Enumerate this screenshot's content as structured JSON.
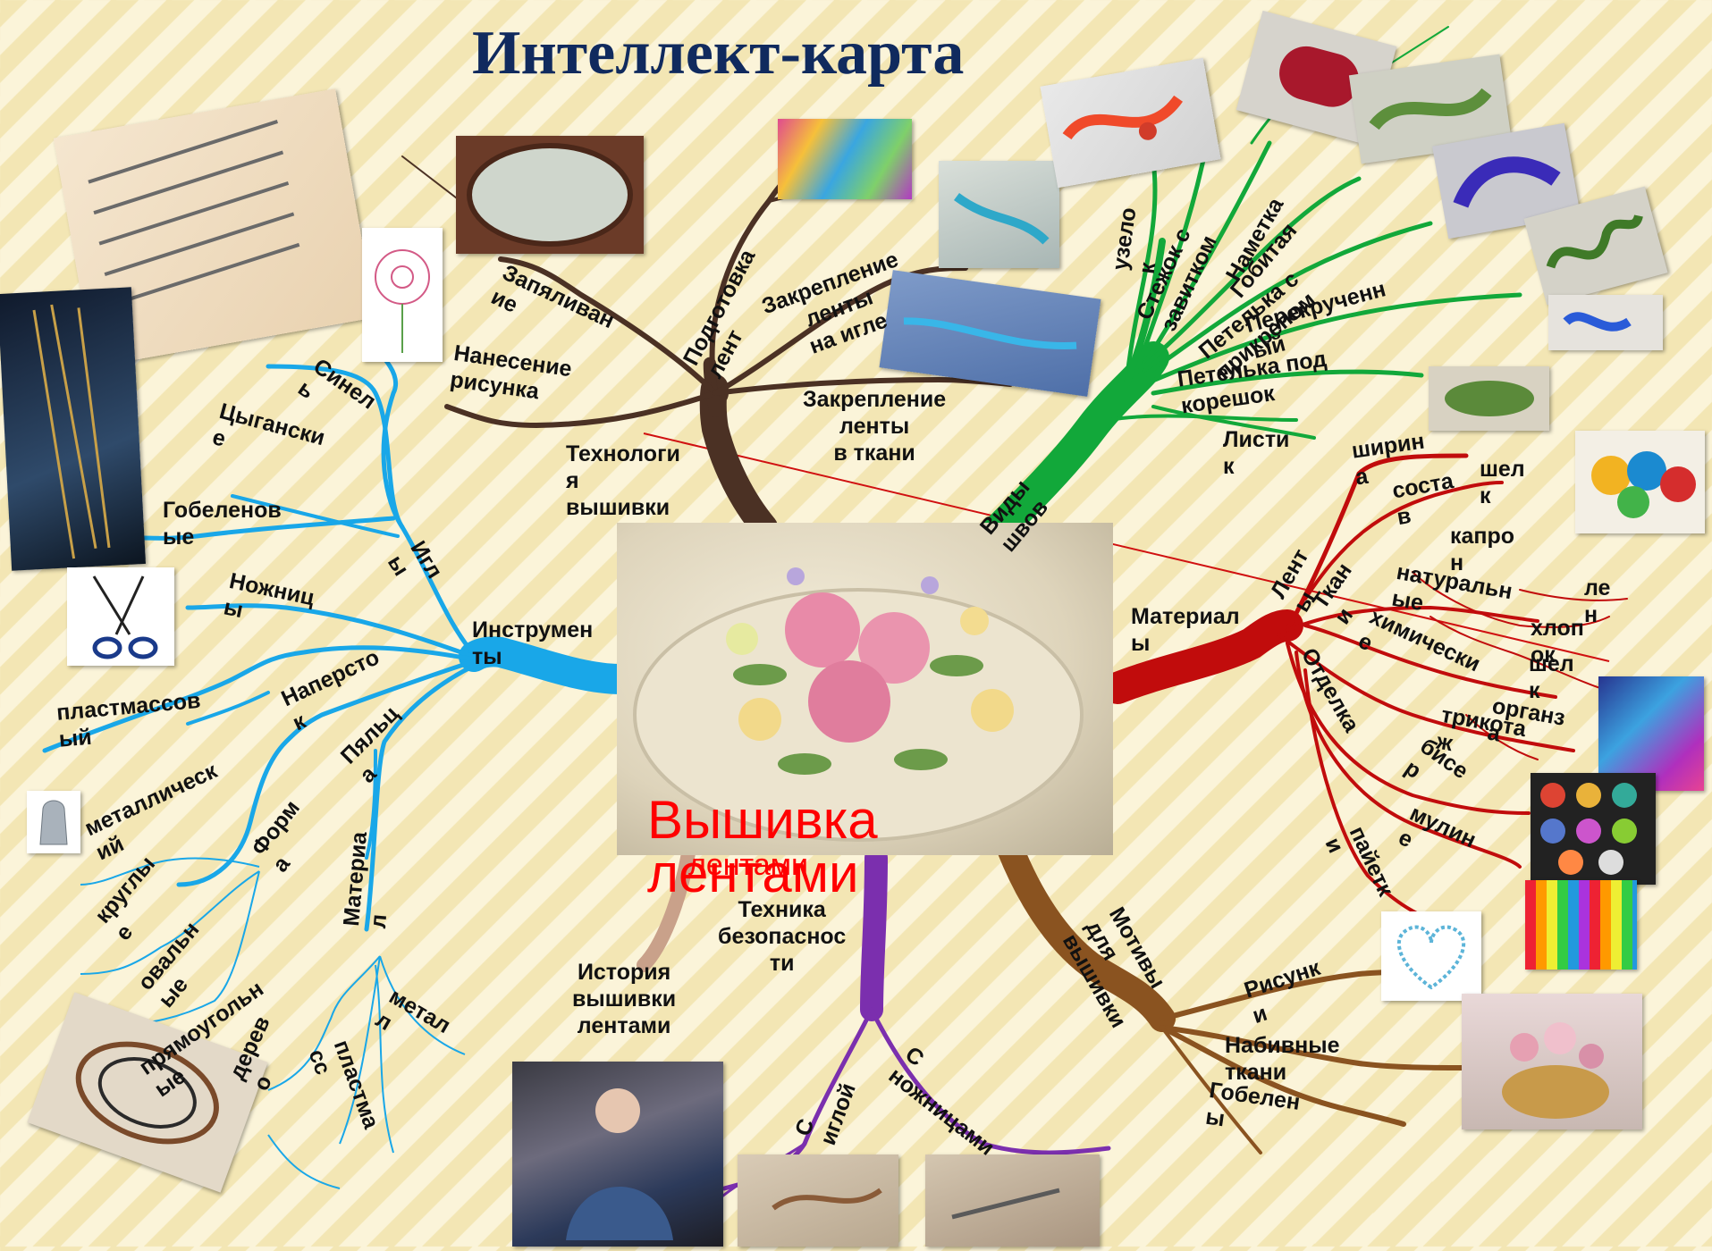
{
  "title": "Интеллект-карта",
  "center": "Вышивка\nлентами",
  "center_shadow": "лентами",
  "branches": {
    "tech": {
      "label": "Технологи\nя\nвышивки",
      "items": [
        "Запяливан\nие",
        "Подготовка\nлент",
        "Закрепление\nленты\nна игле",
        "Нанесение\nрисунка",
        "Закрепление\nленты\nв ткани"
      ]
    },
    "stitches": {
      "label": "Виды\nшвов",
      "items": [
        "узело\nк",
        "Стежок с\nзавитком",
        "Наметка",
        "Петелька с\nприкрепом",
        "Гобитая",
        "Перекрученн\nый",
        "Петелька под\nкорешок",
        "Листи\nк"
      ]
    },
    "tools": {
      "label": "Инструмен\nты",
      "needles": "Игл\nы",
      "needle_types": [
        "Синел\nь",
        "Цыгански\nе",
        "Гобеленов\nые"
      ],
      "scissors": "Ножниц\nы",
      "thimble": "Наперсто\nк",
      "thimble_types": [
        "пластмассов\nый",
        "металлическ\nий"
      ],
      "hoops": "Пяльц\nа",
      "shape": "Форм\nа",
      "shapes": [
        "круглы\nе",
        "овальн\nые",
        "прямоугольн\nые"
      ],
      "material": "Материа\nл",
      "materials": [
        "дерев\nо",
        "метал\nл",
        "пластма\nсс"
      ]
    },
    "materials": {
      "label": "Материал\nы",
      "ribbons": "Лент\nы",
      "ribbon_items": [
        "ширин\nа",
        "соста\nв",
        "шел\nк",
        "капро\nн",
        "натуральн\nые",
        "химически\nе",
        "ле\nн",
        "хлоп\nок",
        "шел\nк",
        "органз\nа",
        "трикота\nж"
      ],
      "fabric": "Ткан\nи",
      "finishing": "Отделка",
      "finishing_items": [
        "бисе\nр",
        "мулин\nе",
        "пайетк\nи"
      ]
    },
    "motifs": {
      "label": "Мотивы\nдля\nвышивки",
      "items": [
        "Рисунк\nи",
        "Набивные\nткани",
        "Гобелен\nы"
      ]
    },
    "safety": {
      "label": "Техника\nбезопаснос\nти",
      "items": [
        "С\nиглой",
        "С\nножницами"
      ]
    },
    "history": {
      "label": "История\nвышивки\nлентами"
    }
  },
  "colors": {
    "tech": "#4b3124",
    "stitches": "#12a83a",
    "tools": "#19a7e8",
    "materials": "#c10c0c",
    "motifs": "#8a5320",
    "safety": "#7b2fae",
    "history": "#c9a18a",
    "title": "#102a5e",
    "center_text": "#ff0000"
  }
}
